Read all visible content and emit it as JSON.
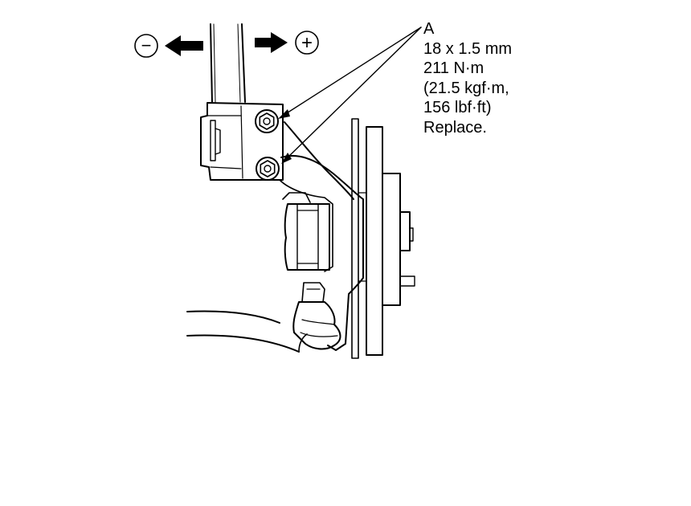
{
  "callout": {
    "letter": "A",
    "thread": "18 x 1.5 mm",
    "torque_nm": "211 N·m",
    "torque_kgf": "(21.5 kgf·m,",
    "torque_lbf": "156 lbf·ft)",
    "instruction": "Replace."
  },
  "direction": {
    "minus_symbol": "−",
    "plus_symbol": "+"
  },
  "colors": {
    "ink": "#000000",
    "paper": "#ffffff"
  },
  "icons": [
    "minus-circle-icon",
    "left-arrow-icon",
    "right-arrow-icon",
    "plus-circle-icon",
    "flange-bolt-icon"
  ]
}
